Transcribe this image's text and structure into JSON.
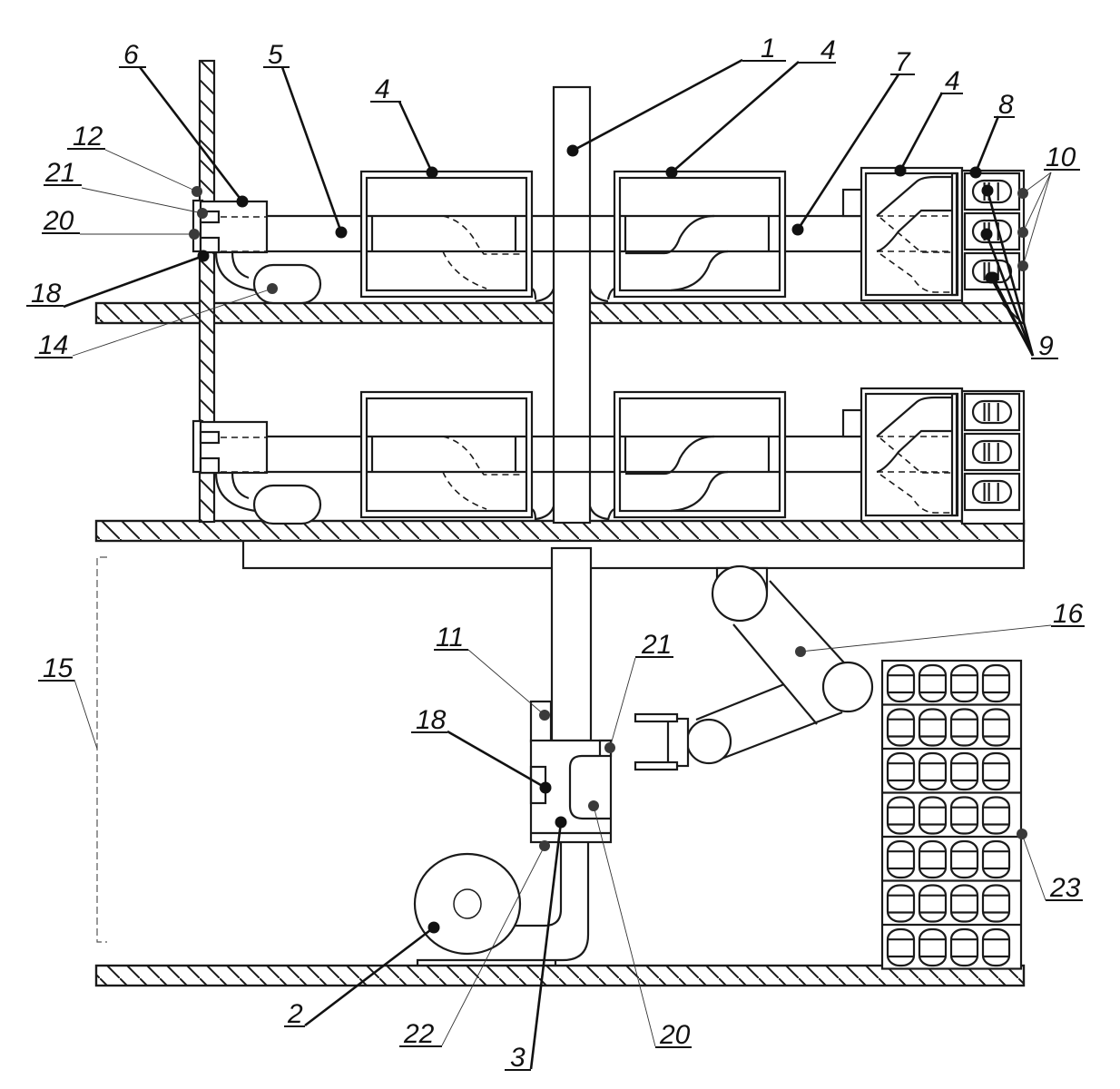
{
  "figure": {
    "kind": "patent technical drawing",
    "colors": {
      "ink": "#1a1a1a",
      "paper": "#ffffff",
      "pin_grey": "#3a3a3a"
    }
  },
  "callouts": [
    {
      "id": "c1",
      "text": "1",
      "style": "bold"
    },
    {
      "id": "c2",
      "text": "2",
      "style": "bold"
    },
    {
      "id": "c3",
      "text": "3",
      "style": "bold"
    },
    {
      "id": "c4a",
      "text": "4",
      "style": "bold"
    },
    {
      "id": "c4b",
      "text": "4",
      "style": "bold"
    },
    {
      "id": "c4c",
      "text": "4",
      "style": "bold"
    },
    {
      "id": "c5",
      "text": "5",
      "style": "bold"
    },
    {
      "id": "c6",
      "text": "6",
      "style": "bold"
    },
    {
      "id": "c7",
      "text": "7",
      "style": "bold"
    },
    {
      "id": "c8",
      "text": "8",
      "style": "bold"
    },
    {
      "id": "c9",
      "text": "9",
      "style": "bold"
    },
    {
      "id": "c10",
      "text": "10",
      "style": "thin"
    },
    {
      "id": "c11",
      "text": "11",
      "style": "thin"
    },
    {
      "id": "c12",
      "text": "12",
      "style": "thin"
    },
    {
      "id": "c14",
      "text": "14",
      "style": "thin"
    },
    {
      "id": "c15",
      "text": "15",
      "style": "thin"
    },
    {
      "id": "c16",
      "text": "16",
      "style": "thin"
    },
    {
      "id": "c18a",
      "text": "18",
      "style": "bold"
    },
    {
      "id": "c18b",
      "text": "18",
      "style": "bold"
    },
    {
      "id": "c20a",
      "text": "20",
      "style": "thin"
    },
    {
      "id": "c20b",
      "text": "20",
      "style": "thin"
    },
    {
      "id": "c21a",
      "text": "21",
      "style": "thin"
    },
    {
      "id": "c21b",
      "text": "21",
      "style": "thin"
    },
    {
      "id": "c22",
      "text": "22",
      "style": "thin"
    },
    {
      "id": "c23",
      "text": "23",
      "style": "thin"
    }
  ],
  "rack": {
    "shelves": 7,
    "bottles_per_shelf": 4
  },
  "dispensers": {
    "levels": 2,
    "bottle_slots_per_level": 3
  }
}
